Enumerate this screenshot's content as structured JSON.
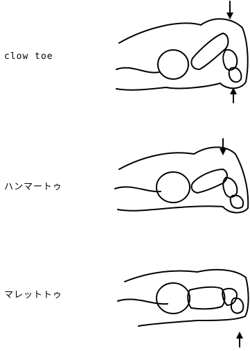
{
  "figure": {
    "panels": [
      {
        "label": "clow toe",
        "arrow_top": true,
        "arrow_bottom": true
      },
      {
        "label": "ハンマートゥ",
        "arrow_top": true,
        "arrow_bottom": false
      },
      {
        "label": "マレットトゥ",
        "arrow_top": false,
        "arrow_bottom": true
      }
    ]
  }
}
